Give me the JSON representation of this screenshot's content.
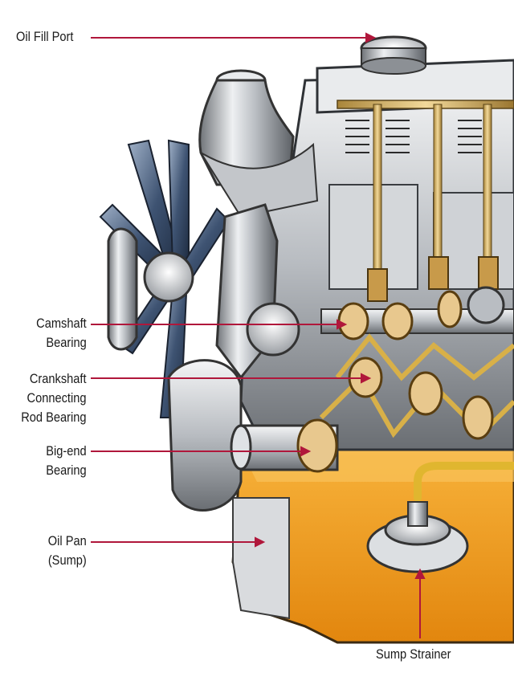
{
  "diagram": {
    "subject": "engine-cutaway-illustration",
    "colors": {
      "leader_line": "#b0173b",
      "oil": "#f29a1a",
      "metal": "#c9ccd1",
      "tube": "#e7c36a"
    },
    "labels": {
      "oil_fill_port": [
        "Oil Fill Port"
      ],
      "camshaft_bearing": [
        "Camshaft",
        "Bearing"
      ],
      "crankshaft_rod_bearing": [
        "Crankshaft",
        "Connecting",
        "Rod Bearing"
      ],
      "big_end_bearing": [
        "Big-end",
        "Bearing"
      ],
      "oil_pan": [
        "Oil Pan",
        "(Sump)"
      ],
      "sump_strainer": [
        "Sump Strainer"
      ]
    }
  }
}
